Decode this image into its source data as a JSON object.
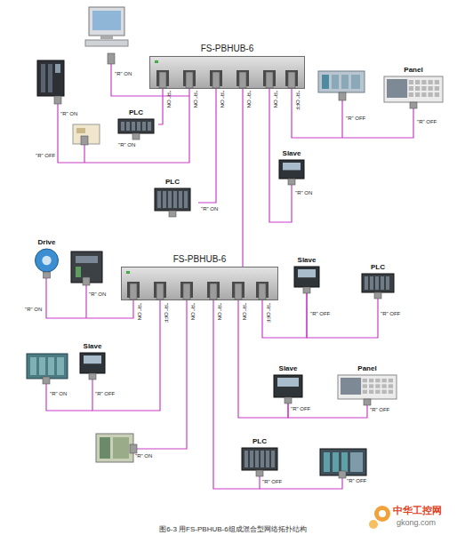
{
  "diagram": {
    "caption": "图6-3 用FS-PBHUB-6组成混合型网络拓扑结构",
    "nodes": [
      {
        "text": [
          "FS-PBHUB-6"
        ]
      },
      {
        "text": [
          "PLC"
        ]
      },
      {
        "text": [
          "Panel"
        ]
      },
      {
        "text": [
          "Slave"
        ]
      },
      {
        "text": [
          "PLC"
        ]
      },
      {
        "text": [
          "FS-PBHUB-6"
        ]
      },
      {
        "text": [
          "Drive"
        ]
      },
      {
        "text": [
          "Slave"
        ]
      },
      {
        "text": [
          "PLC"
        ]
      },
      {
        "text": [
          "Slave"
        ]
      },
      {
        "text": [
          "Slave"
        ]
      },
      {
        "text": [
          "Panel"
        ]
      },
      {
        "text": [
          "PLC"
        ]
      }
    ],
    "edges": [
      {
        "from": 0,
        "to": 5,
        "arrow": "none"
      },
      {
        "from": 0,
        "to": 1,
        "arrow": "none"
      },
      {
        "from": 0,
        "to": 4,
        "arrow": "none"
      },
      {
        "from": 0,
        "to": 3,
        "arrow": "none"
      },
      {
        "from": 0,
        "to": 2,
        "arrow": "none"
      },
      {
        "from": 5,
        "to": 6,
        "arrow": "none"
      },
      {
        "from": 5,
        "to": 9,
        "arrow": "none"
      },
      {
        "from": 5,
        "to": 12,
        "arrow": "none"
      },
      {
        "from": 5,
        "to": 7,
        "arrow": "none"
      },
      {
        "from": 7,
        "to": 8,
        "arrow": "none"
      },
      {
        "from": 5,
        "to": 10,
        "arrow": "none"
      },
      {
        "from": 10,
        "to": 11,
        "arrow": "none"
      }
    ],
    "labels": [
      "\"R\" ON",
      "\"R\" ON",
      "\"R\" OFF",
      "\"R\" ON",
      "\"R\" ON",
      "\"R\" ON",
      "\"R\" ON",
      "\"R\" ON",
      "\"R\" ON",
      "\"R\" OFF",
      "\"R\" OFF",
      "\"R\" OFF",
      "\"R\" ON",
      "\"R\" ON",
      "\"R\" ON",
      "\"R\" ON",
      "\"R\" ON",
      "\"R\" OFF",
      "\"R\" ON",
      "\"R\" ON",
      "\"R\" ON",
      "\"R\" OFF",
      "\"R\" OFF",
      "\"R\" OFF",
      "\"R\" ON",
      "\"R\" OFF",
      "\"R\" OFF",
      "\"R\" OFF",
      "\"R\" ON",
      "\"R\" OFF",
      "\"R\" OFF",
      "中华工控网",
      "gkong.com"
    ]
  }
}
